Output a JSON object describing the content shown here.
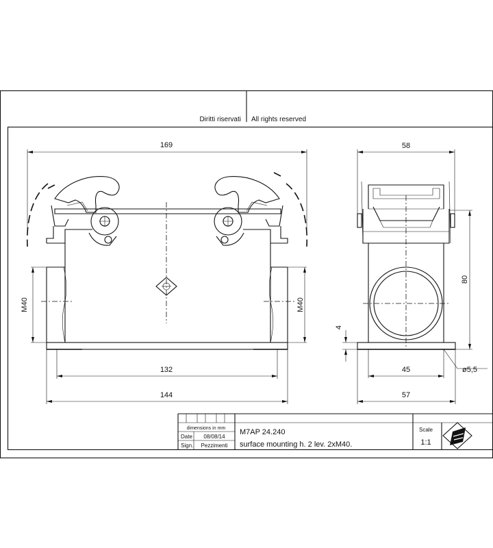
{
  "header": {
    "left": "Diritti riservati",
    "right": "All rights reserved"
  },
  "dimensions": {
    "width_total": "169",
    "thread_left": "M40",
    "thread_right": "M40",
    "base_inner": "132",
    "base_outer": "144",
    "side_width_top": "58",
    "side_height": "80",
    "base_thickness": "4",
    "hole_spacing": "45",
    "side_base": "57",
    "hole_diameter": "ø5,5"
  },
  "title_block": {
    "dimensions_note": "dimensions in mm",
    "date_label": "Date",
    "date_value": "08/08/14",
    "sign_label": "Sign.",
    "sign_value": "Pezzimenti",
    "code": "M7AP 24.240",
    "description": "surface mounting h. 2 lev. 2xM40.",
    "scale_label": "Scale",
    "scale_value": "1:1",
    "logo": "ilme-logo"
  }
}
